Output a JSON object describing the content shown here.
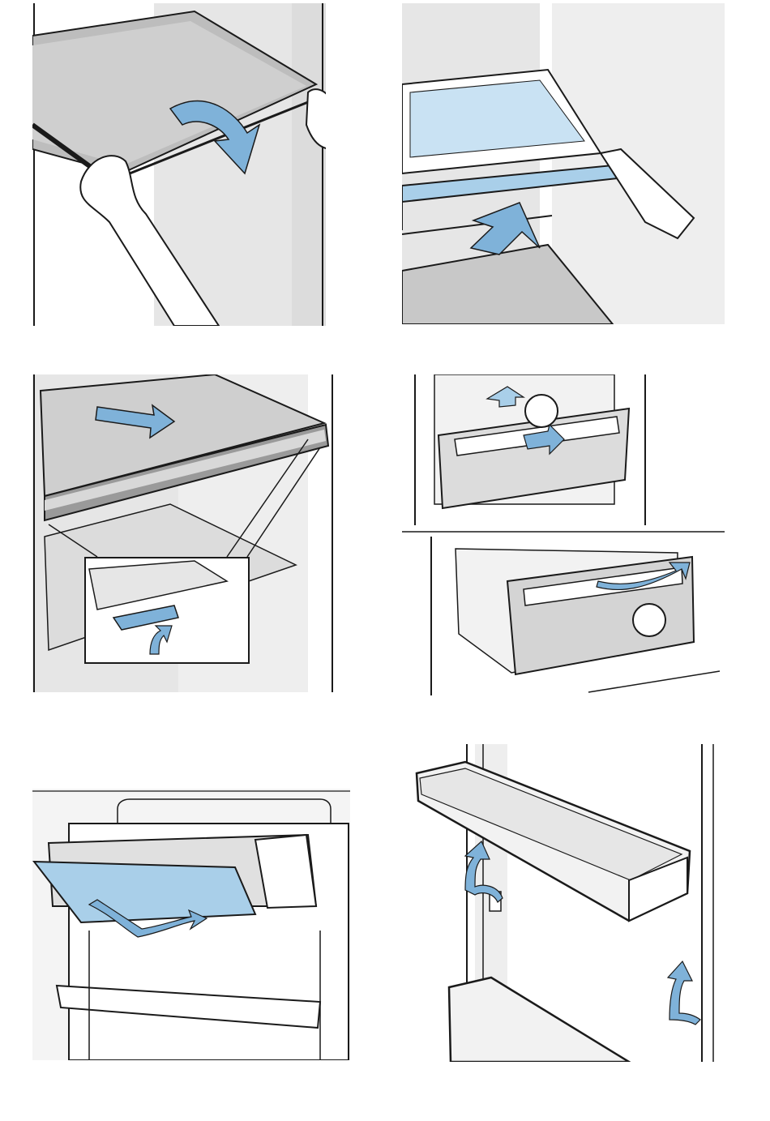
{
  "colors": {
    "accent_blue": "#7fb2d9",
    "accent_blue_light": "#c9e2f3",
    "line": "#1a1a1a",
    "wall_gray": "#e6e6e6",
    "glass_gray": "#c8c8c8",
    "white": "#ffffff"
  },
  "figures": [
    {
      "subject": "glass-shelf-removal",
      "arrow_icon": "curved-down-arrow-icon"
    },
    {
      "subject": "shelf-insertion",
      "arrow_icon": "push-in-arrow-icon"
    },
    {
      "subject": "shelf-release-detail",
      "arrow_icon": "release-clip-arrow-icon"
    },
    {
      "subject": "vegetable-drawer",
      "step_marker_1": "",
      "step_marker_2": ""
    },
    {
      "subject": "door-flap-compartment",
      "arrow_icon": "flip-open-arrow-icon"
    },
    {
      "subject": "door-shelf-removal",
      "arrow_icon": "lift-up-arrow-icon"
    }
  ]
}
